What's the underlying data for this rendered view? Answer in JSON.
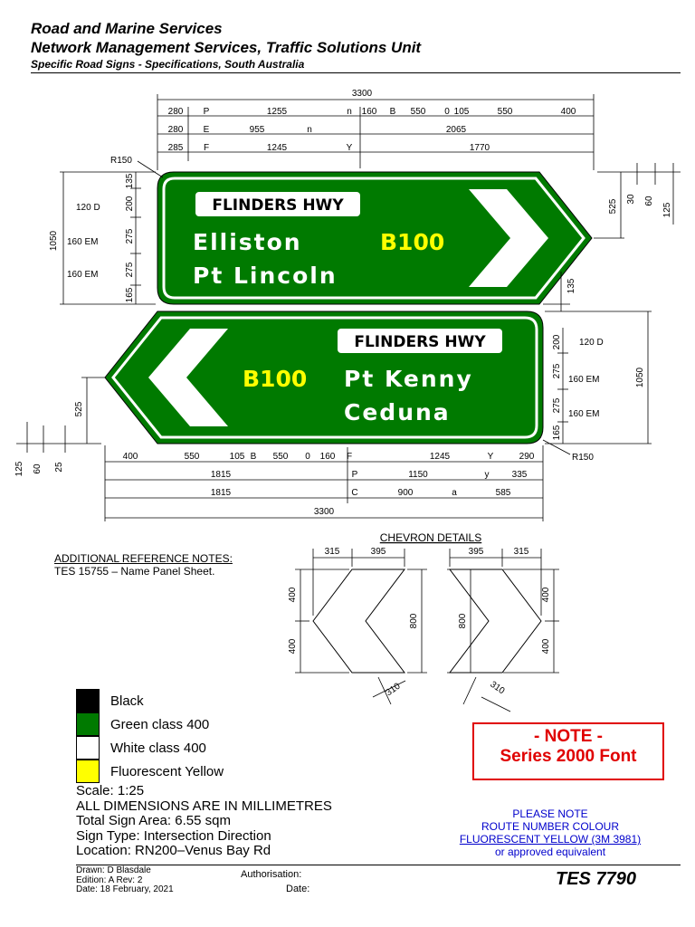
{
  "header": {
    "line1": "Road and Marine Services",
    "line2": "Network Management Services, Traffic Solutions Unit",
    "line3": "Specific Road Signs - Specifications, South Australia"
  },
  "sign1": {
    "panel": "FLINDERS HWY",
    "line1": "Elliston",
    "route": "B100",
    "line2": "Pt Lincoln"
  },
  "sign2": {
    "panel": "FLINDERS HWY",
    "route": "B100",
    "line1": "Pt Kenny",
    "line2": "Ceduna"
  },
  "dims_top": {
    "overall": "3300",
    "r1": [
      "280",
      "P",
      "1255",
      "n",
      "160",
      "B",
      "550",
      "0",
      "105",
      "550",
      "400"
    ],
    "r2": [
      "280",
      "E",
      "955",
      "n",
      "2065"
    ],
    "r3": [
      "285",
      "F",
      "1245",
      "Y",
      "1770"
    ],
    "radius": "R150",
    "left_overall": "1050",
    "left_segments": [
      "135",
      "200",
      "275",
      "275",
      "165"
    ],
    "left_labels": [
      "120 D",
      "160 EM",
      "160 EM"
    ],
    "right": [
      "525",
      "30",
      "60",
      "125"
    ],
    "gap": "135"
  },
  "dims_bottom": {
    "r1": [
      "400",
      "550",
      "105",
      "B",
      "550",
      "0",
      "160",
      "F",
      "1245",
      "Y",
      "290"
    ],
    "r2": [
      "1815",
      "P",
      "1150",
      "y",
      "335"
    ],
    "r3": [
      "1815",
      "C",
      "900",
      "a",
      "585"
    ],
    "overall": "3300",
    "radius": "R150",
    "right_overall": "1050",
    "right_segments": [
      "200",
      "275",
      "275",
      "165"
    ],
    "right_labels": [
      "120 D",
      "160 EM",
      "160 EM"
    ],
    "left": [
      "525",
      "125",
      "60",
      "25"
    ]
  },
  "chevron": {
    "title": "CHEVRON DETAILS",
    "left_top": [
      "315",
      "395"
    ],
    "right_top": [
      "395",
      "315"
    ],
    "halves": [
      "400",
      "400"
    ],
    "height": "800",
    "thickness": "310"
  },
  "notes": {
    "title": "ADDITIONAL REFERENCE NOTES:",
    "line1": "TES 15755 – Name Panel Sheet."
  },
  "legend": [
    {
      "label": "Black",
      "color": "#000000"
    },
    {
      "label": "Green class 400",
      "color": "#007a00"
    },
    {
      "label": "White class 400",
      "color": "#ffffff"
    },
    {
      "label": "Fluorescent Yellow",
      "color": "#ffff00"
    }
  ],
  "info": {
    "scale": "Scale: 1:25",
    "units": "ALL DIMENSIONS ARE IN MILLIMETRES",
    "area": "Total Sign Area: 6.55 sqm",
    "type": "Sign Type: Intersection Direction",
    "location": "Location: RN200–Venus Bay Rd"
  },
  "footer": {
    "drawn": "Drawn: D Blasdale",
    "edition": "Edition: A   Rev: 2",
    "date": "Date: 18 February, 2021",
    "authorisation": "Authorisation:",
    "date_label": "Date:",
    "tes": "TES 7790"
  },
  "note_box": {
    "title": "- NOTE -",
    "text": "Series 2000 Font"
  },
  "please_note": {
    "line1": "PLEASE NOTE",
    "line2": "ROUTE NUMBER COLOUR",
    "line3": "FLUORESCENT YELLOW (3M 3981)",
    "line4": "or approved equivalent"
  },
  "colors": {
    "green": "#007a00",
    "yellow": "#ffff00",
    "red": "#e00000",
    "blue": "#0000cc"
  }
}
